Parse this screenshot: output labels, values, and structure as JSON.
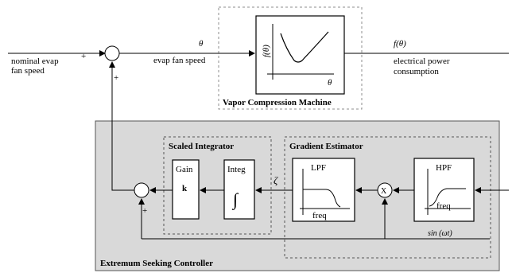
{
  "inputs": {
    "nominal_line1": "nominal evap",
    "nominal_line2": "fan speed",
    "plus_sign": "+"
  },
  "signals": {
    "theta": "θ",
    "evap_fan_speed": "evap fan speed",
    "f_theta": "f(θ)",
    "power_line1": "electrical power",
    "power_line2": "consumption",
    "zeta": "ζ",
    "sin": "sin (ωt)"
  },
  "vcm": {
    "title": "Vapor Compression Machine",
    "plot_ylabel": "f(θ)",
    "plot_xlabel": "θ"
  },
  "esc": {
    "title": "Extremum Seeking Controller",
    "scaled_integrator": {
      "title": "Scaled Integrator",
      "gain_label": "Gain",
      "gain_k": "k",
      "integ_label": "Integ",
      "integ_symbol": "∫"
    },
    "gradient_estimator": {
      "title": "Gradient Estimator",
      "lpf_label": "LPF",
      "lpf_freq": "freq",
      "mult_symbol": "X",
      "hpf_label": "HPF",
      "hpf_freq": "freq"
    }
  },
  "colors": {
    "esc_background": "#d9d9d9",
    "dashed_border": "#8c8c8c",
    "line": "#000000"
  }
}
